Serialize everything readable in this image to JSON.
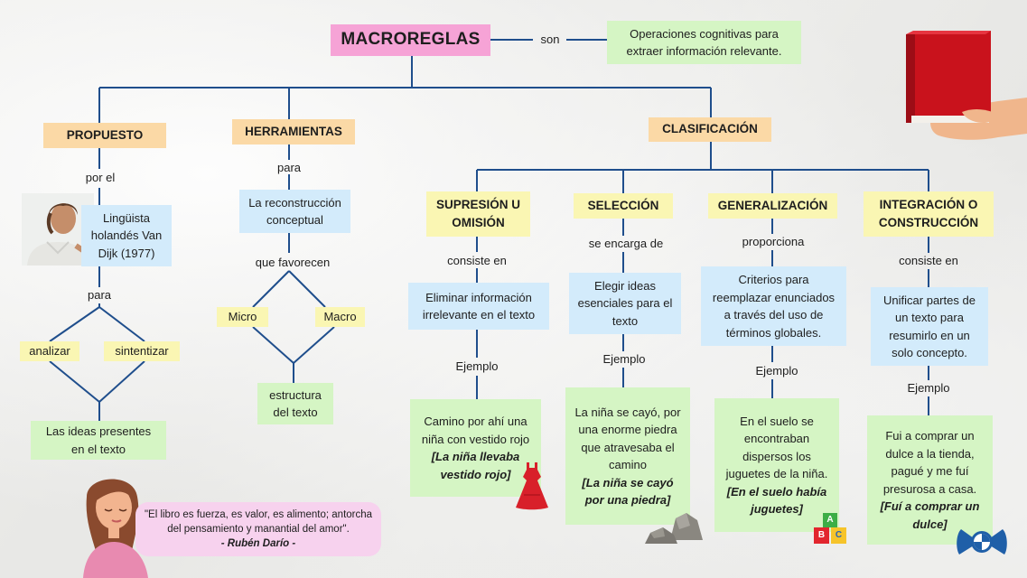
{
  "title": "MACROREGLAS",
  "son_label": "son",
  "definition": "Operaciones cognitivas para extraer información relevante.",
  "propuesto": {
    "header": "PROPUESTO",
    "por_el": "por el",
    "author": "Lingüista holandés Van Dijk (1977)",
    "para": "para",
    "analizar": "analizar",
    "sintentizar": "sintentizar",
    "result": "Las ideas presentes en el texto"
  },
  "herramientas": {
    "header": "HERRAMIENTAS",
    "para": "para",
    "box": "La reconstrucción conceptual",
    "que_favorecen": "que favorecen",
    "micro": "Micro",
    "macro": "Macro",
    "result": "estructura del texto"
  },
  "clasificacion": {
    "header": "CLASIFICACIÓN",
    "supresion": {
      "header": "SUPRESIÓN U OMISIÓN",
      "connector": "consiste en",
      "desc": "Eliminar información irrelevante en el texto",
      "ejemplo": "Ejemplo",
      "example_text": "Camino por ahí una niña con vestido rojo",
      "example_bold": "[La niña llevaba vestido rojo]"
    },
    "seleccion": {
      "header": "SELECCIÓN",
      "connector": "se encarga de",
      "desc": "Elegir ideas esenciales para el texto",
      "ejemplo": "Ejemplo",
      "example_text": "La niña se cayó, por una enorme piedra que atravesaba el camino",
      "example_bold": "[La niña se cayó por una piedra]"
    },
    "generalizacion": {
      "header": "GENERALIZACIÓN",
      "connector": "proporciona",
      "desc": "Criterios para reemplazar enunciados a través del uso de términos globales.",
      "ejemplo": "Ejemplo",
      "example_text": "En el suelo se encontraban dispersos los juguetes de la niña.",
      "example_bold": "[En el suelo había juguetes]"
    },
    "integracion": {
      "header": "INTEGRACIÓN O CONSTRUCCIÓN",
      "connector": "consiste en",
      "desc": "Unificar partes de un texto para resumirlo en un solo concepto.",
      "ejemplo": "Ejemplo",
      "example_text": "Fui a comprar un dulce a la tienda, pagué y me fuí presurosa a casa.",
      "example_bold": "[Fuí a comprar un dulce]"
    }
  },
  "quote": {
    "text": "\"El libro es fuerza, es valor, es alimento; antorcha del pensamiento y manantial del amor\".",
    "author": "- Rubén Darío -"
  },
  "blocks_letters": [
    "A",
    "B",
    "C"
  ],
  "icons": [
    "book-icon",
    "dress-icon",
    "rocks-icon",
    "toy-blocks-icon",
    "candy-icon",
    "man-photo",
    "woman-illustration"
  ],
  "colors": {
    "line": "#1f4e8c",
    "pink": "#f6a3d6",
    "orange": "#fbd9a6",
    "green": "#d5f5c4",
    "blue": "#d3ebfb",
    "yellow": "#faf6b3",
    "quote_bg": "#f7d2ee"
  }
}
